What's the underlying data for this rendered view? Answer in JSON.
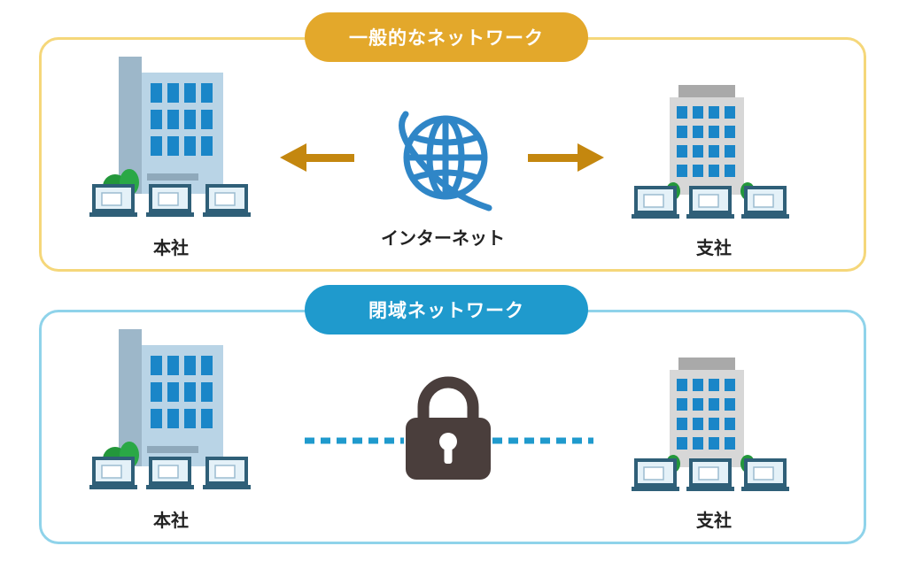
{
  "general_network": {
    "title": "一般的なネットワーク",
    "hq_label": "本社",
    "branch_label": "支社",
    "internet_label": "インターネット"
  },
  "closed_network": {
    "title": "閉域ネットワーク",
    "hq_label": "本社",
    "branch_label": "支社"
  },
  "colors": {
    "general_accent": "#e3a82b",
    "general_border": "#f5d77a",
    "closed_accent": "#1f9acd",
    "closed_border": "#8fd3ea",
    "arrow": "#c4870f",
    "globe": "#2f86c7",
    "lock": "#4a3e3c",
    "dashed_line": "#1f9acd"
  },
  "icons": [
    "hq-building-icon",
    "branch-building-icon",
    "laptop-icon",
    "globe-icon",
    "arrow-left-icon",
    "arrow-right-icon",
    "padlock-icon"
  ]
}
